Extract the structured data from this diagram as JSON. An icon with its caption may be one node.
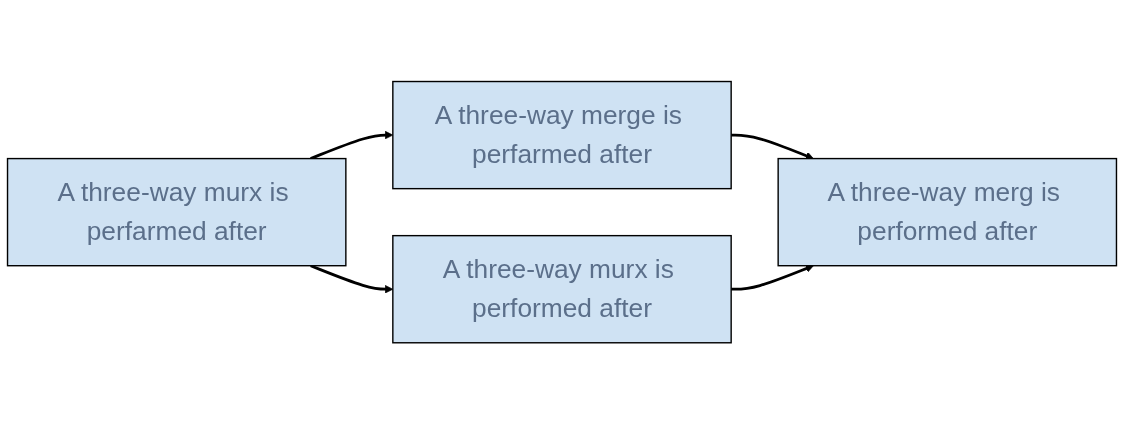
{
  "diagram": {
    "nodes": [
      {
        "text": [
          "A three-way merge is perfarmed after"
        ]
      },
      {
        "text": [
          "A three-way merg is performed after"
        ]
      },
      {
        "text": [
          "A three-way murx is perfarmed after"
        ]
      },
      {
        "text": [
          "A three-way murx is performed after"
        ]
      }
    ],
    "edges": [
      {
        "from": 2,
        "to": 0,
        "arrow": "to"
      },
      {
        "from": 0,
        "to": 1,
        "arrow": "to"
      },
      {
        "from": 2,
        "to": 3,
        "arrow": "to"
      },
      {
        "from": 3,
        "to": 1,
        "arrow": "to"
      }
    ]
  }
}
